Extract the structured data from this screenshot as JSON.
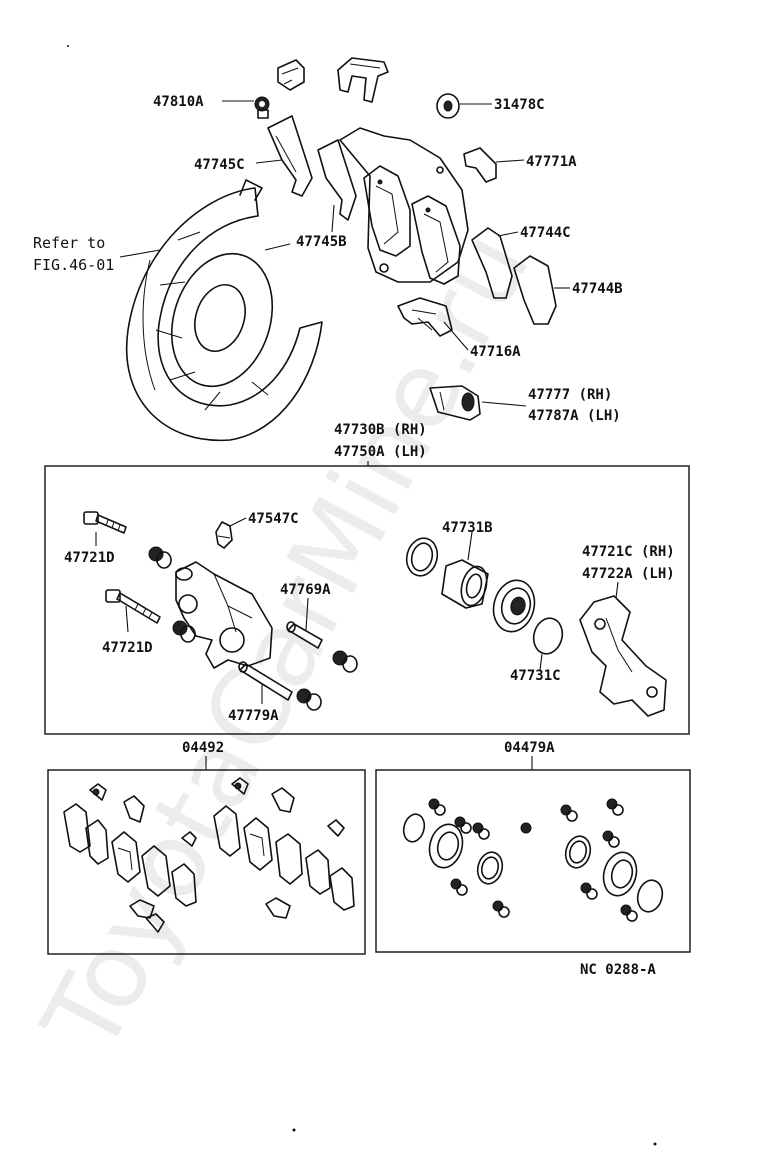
{
  "diagram": {
    "reference_note": [
      "Refer to",
      "FIG.46-01"
    ],
    "labels": {
      "p47810A": "47810A",
      "p31478C": "31478C",
      "p47745C": "47745C",
      "p47771A": "47771A",
      "p47745B": "47745B",
      "p47744C": "47744C",
      "p47744B": "47744B",
      "p47716A": "47716A",
      "p47777": "47777 (RH)",
      "p47787A": "47787A (LH)",
      "p47730B": "47730B (RH)",
      "p47750A": "47750A (LH)",
      "p47547C": "47547C",
      "p47721D_a": "47721D",
      "p47731B": "47731B",
      "p47721C": "47721C (RH)",
      "p47722A": "47722A (LH)",
      "p47769A": "47769A",
      "p47721D_b": "47721D",
      "p47731C": "47731C",
      "p47779A": "47779A",
      "p04492": "04492",
      "p04479A": "04479A"
    },
    "figure_code": "NC 0288-A",
    "watermark": "ToyotaCarMine.ru"
  }
}
